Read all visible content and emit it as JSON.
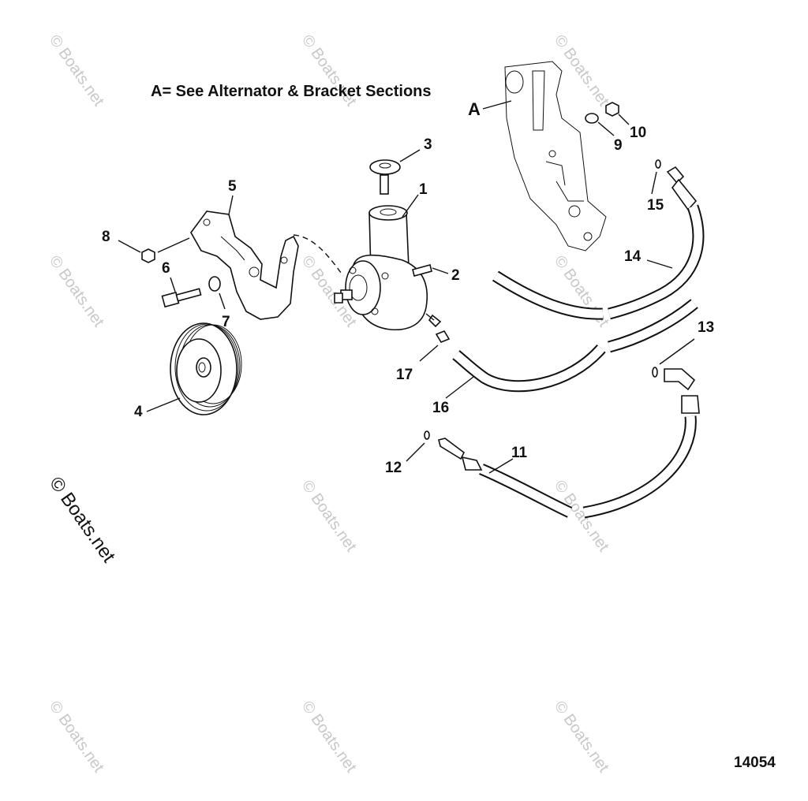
{
  "header": {
    "note": "A= See Alternator & Bracket Sections",
    "ref_letter": "A"
  },
  "watermark": {
    "text": "© Boats.net",
    "copyright": "© Boats.net"
  },
  "figure_number": "14054",
  "callouts": [
    "1",
    "2",
    "3",
    "4",
    "5",
    "6",
    "7",
    "8",
    "9",
    "10",
    "11",
    "12",
    "13",
    "14",
    "15",
    "16",
    "17"
  ]
}
